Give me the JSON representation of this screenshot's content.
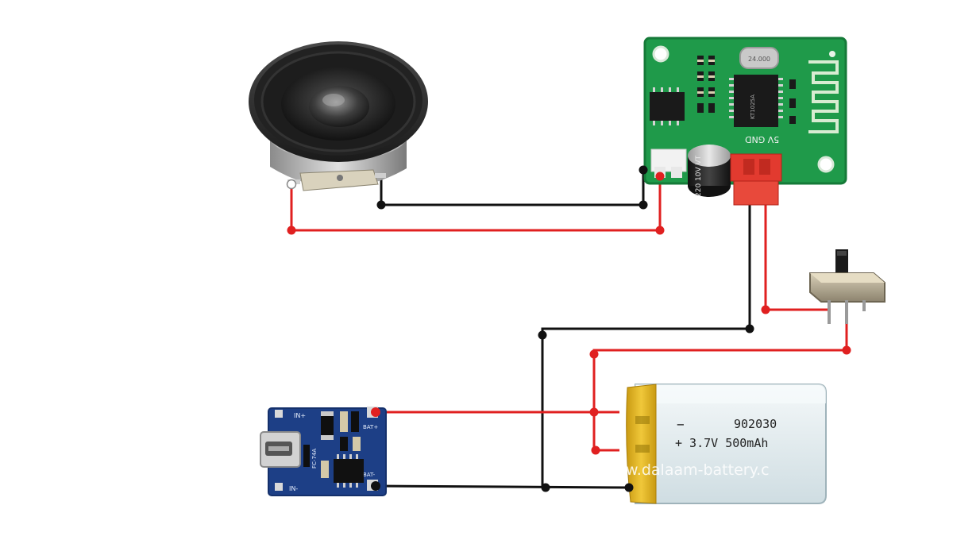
{
  "diagram": {
    "colors": {
      "background": "#ffffff",
      "wire_red": "#e02020",
      "wire_black": "#111111",
      "pcb_green": "#1f9a4a",
      "charger_blue": "#1d3f86",
      "battery_wrap": "#e1ecef",
      "battery_tape": "#e0b21c",
      "connector_red": "#e23a2f"
    },
    "bluetooth_board": {
      "silk_power": "5V GND",
      "capacitor_label": "220 10V VT",
      "crystal_label": "24.000",
      "chip_label": "KT1025A"
    },
    "charger_board": {
      "label_in_plus": "IN+",
      "label_in_minus": "IN-",
      "label_bat_plus": "BAT+",
      "label_bat_minus": "BAT-",
      "ic_label": "FC-74A"
    },
    "battery": {
      "minus_sign": "−",
      "model": "902030",
      "spec": "+ 3.7V 500mAh",
      "watermark": "w.dalaam-battery.c"
    },
    "icons": {
      "speaker": "speaker-icon",
      "bluetooth_module": "bluetooth-module-icon",
      "switch": "slide-switch-icon",
      "charger": "usb-charger-module-icon",
      "battery": "lipo-battery-icon"
    }
  }
}
